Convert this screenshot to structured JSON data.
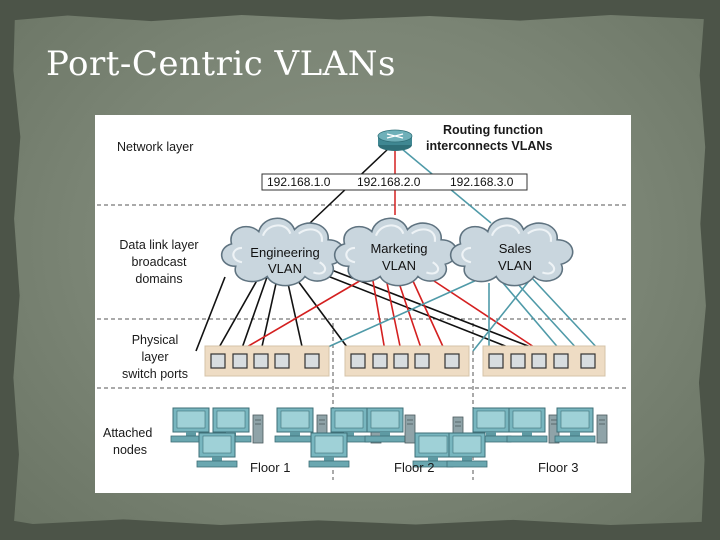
{
  "slide": {
    "title": "Port-Centric VLANs"
  },
  "diagram": {
    "layers": {
      "network": "Network layer",
      "datalink": [
        "Data link layer",
        "broadcast",
        "domains"
      ],
      "physical": [
        "Physical",
        "layer",
        "switch ports"
      ],
      "attached": [
        "Attached",
        "nodes"
      ]
    },
    "router_caption": [
      "Routing function",
      "interconnects VLANs"
    ],
    "subnets": [
      "192.168.1.0",
      "192.168.2.0",
      "192.168.3.0"
    ],
    "vlans": [
      {
        "name": "Engineering",
        "suffix": "VLAN"
      },
      {
        "name": "Marketing",
        "suffix": "VLAN"
      },
      {
        "name": "Sales",
        "suffix": "VLAN"
      }
    ],
    "floors": [
      "Floor 1",
      "Floor 2",
      "Floor 3"
    ],
    "colors": {
      "engineering": "#111111",
      "marketing": "#d42020",
      "sales": "#4f9aa8",
      "cloud": "#c9d6de",
      "computer": "#78b6bf",
      "switch_strip": "#eedcc4"
    }
  }
}
